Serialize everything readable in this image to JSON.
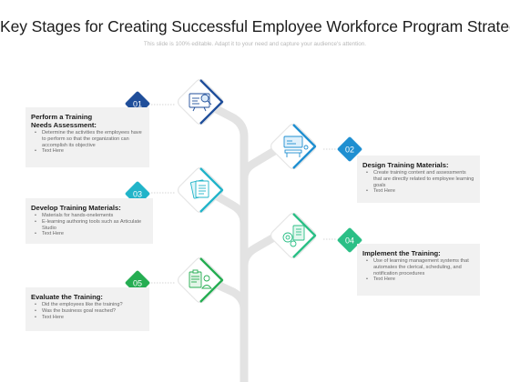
{
  "header": {
    "title": "Key Stages for Creating Successful Employee Workforce Program Strategy",
    "subtitle": "This slide is 100% editable. Adapt it to your need and capture your audience's attention."
  },
  "stages": [
    {
      "number": "01",
      "title_lines": [
        "Perform a Training",
        "Needs Assessment:"
      ],
      "bullets": [
        "Determine the activities the employees have to perform so that the organization can accomplish its objective",
        "Text Here"
      ],
      "icon": "assessment-board-icon",
      "color": "#1f4e9a"
    },
    {
      "number": "02",
      "title_lines": [
        "Design Training Materials:"
      ],
      "bullets": [
        "Create training content and assessments that are directly related to employee learning goals",
        "Text Here"
      ],
      "icon": "presentation-desk-icon",
      "color": "#1f8fd1"
    },
    {
      "number": "03",
      "title_lines": [
        "Develop Training Materials:"
      ],
      "bullets": [
        "Materials for hands-onelements",
        "E-learning authoring tools such as Articulate Studio",
        "Text Here"
      ],
      "icon": "documents-icon",
      "color": "#21b4c9"
    },
    {
      "number": "04",
      "title_lines": [
        "Implement the Training:"
      ],
      "bullets": [
        "Use of learning management systems that automates the clerical, scheduling, and notification procedures",
        "Text Here"
      ],
      "icon": "gears-checklist-icon",
      "color": "#2bbf86"
    },
    {
      "number": "05",
      "title_lines": [
        "Evaluate the Training:"
      ],
      "bullets": [
        "Did the employees like the training?",
        "Was the business goal reached?",
        "Text Here"
      ],
      "icon": "evaluation-clipboard-icon",
      "color": "#25ad52"
    }
  ]
}
